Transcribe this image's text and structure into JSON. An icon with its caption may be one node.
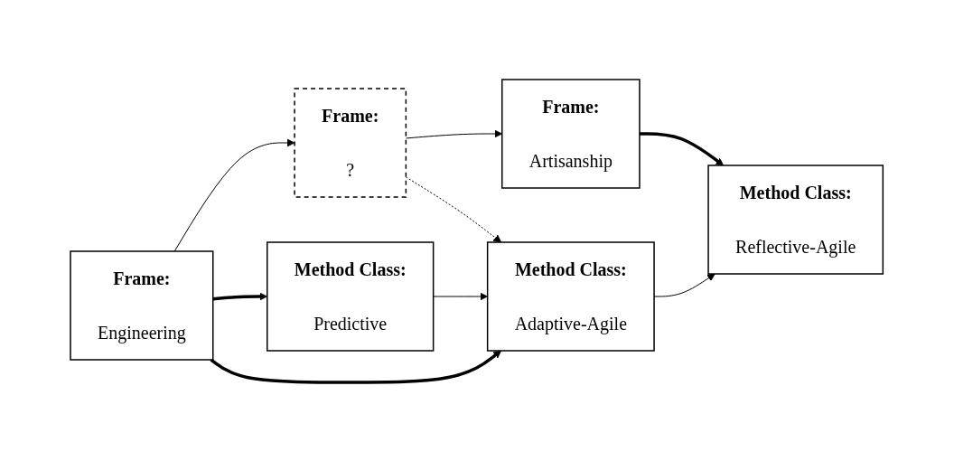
{
  "diagram": {
    "nodes": [
      {
        "text": [
          "Frame:",
          "Engineering"
        ]
      },
      {
        "text": [
          "Frame:",
          "?"
        ]
      },
      {
        "text": [
          "Frame:",
          "Artisanship"
        ]
      },
      {
        "text": [
          "Method Class:",
          "Predictive"
        ]
      },
      {
        "text": [
          "Method Class:",
          "Adaptive-Agile"
        ]
      },
      {
        "text": [
          "Method Class:",
          "Reflective-Agile"
        ]
      }
    ],
    "edges": [
      {
        "from": 0,
        "to": 1,
        "arrow": "to"
      },
      {
        "from": 1,
        "to": 2,
        "arrow": "to"
      },
      {
        "from": 0,
        "to": 3,
        "arrow": "to",
        "style": "thick"
      },
      {
        "from": 0,
        "to": 4,
        "arrow": "to",
        "style": "thick"
      },
      {
        "from": 1,
        "to": 4,
        "arrow": "to",
        "style": "dashed"
      },
      {
        "from": 2,
        "to": 5,
        "arrow": "to",
        "style": "thick"
      },
      {
        "from": 3,
        "to": 4,
        "arrow": "to"
      },
      {
        "from": 4,
        "to": 5,
        "arrow": "to"
      }
    ]
  }
}
